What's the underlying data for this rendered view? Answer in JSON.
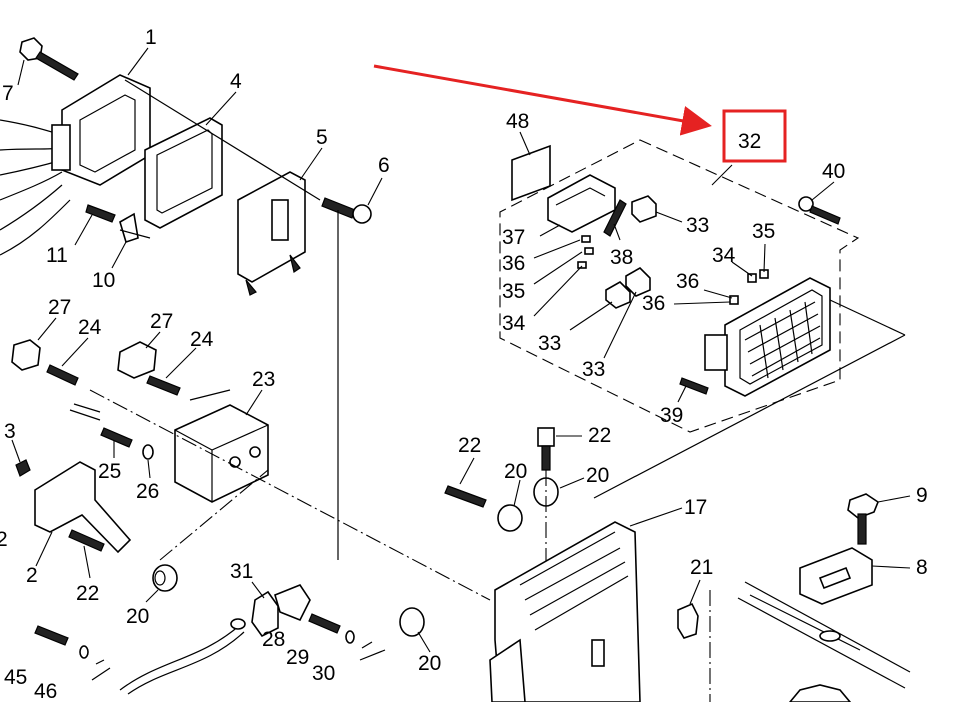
{
  "labels": {
    "l1": "1",
    "l7": "7",
    "l4": "4",
    "l5": "5",
    "l6": "6",
    "l11": "11",
    "l10": "10",
    "l27a": "27",
    "l24a": "24",
    "l27b": "27",
    "l24b": "24",
    "l23": "23",
    "l3": "3",
    "l25": "25",
    "l26": "26",
    "l2": "2",
    "l2b": "2",
    "l22a": "22",
    "l20a": "20",
    "l31": "31",
    "l28": "28",
    "l29": "29",
    "l30": "30",
    "l20b": "20",
    "l45": "45",
    "l46": "46",
    "l48": "48",
    "l32": "32",
    "l40": "40",
    "l33a": "33",
    "l37": "37",
    "l38": "38",
    "l36a": "36",
    "l35a": "35",
    "l34a": "34",
    "l35b": "35",
    "l34b": "34",
    "l36b": "36",
    "l33b": "33",
    "l33c": "33",
    "l39": "39",
    "l22b": "22",
    "l22c": "22",
    "l20c": "20",
    "l20d": "20",
    "l17": "17",
    "l9": "9",
    "l8": "8",
    "l21": "21"
  },
  "colors": {
    "highlight": "#e52222",
    "ink": "#000000",
    "paper": "#ffffff"
  }
}
